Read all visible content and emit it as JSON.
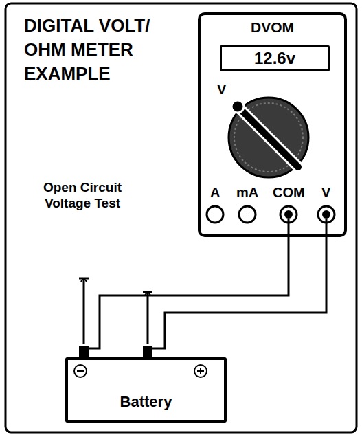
{
  "diagram": {
    "title": "DIGITAL VOLT/ OHM METER EXAMPLE",
    "nodes": [
      {
        "text": [
          "DVOM"
        ]
      },
      {
        "text": [
          "12.6v"
        ],
        "in": 0
      },
      {
        "text": [
          "Battery"
        ]
      }
    ],
    "edges": [
      {
        "from": 0,
        "to": 2,
        "arrow": "none"
      },
      {
        "from": 0,
        "to": 2,
        "arrow": "none"
      }
    ],
    "labels": [
      "V",
      "A",
      "mA",
      "COM",
      "V",
      "Open Circuit Voltage Test"
    ]
  }
}
